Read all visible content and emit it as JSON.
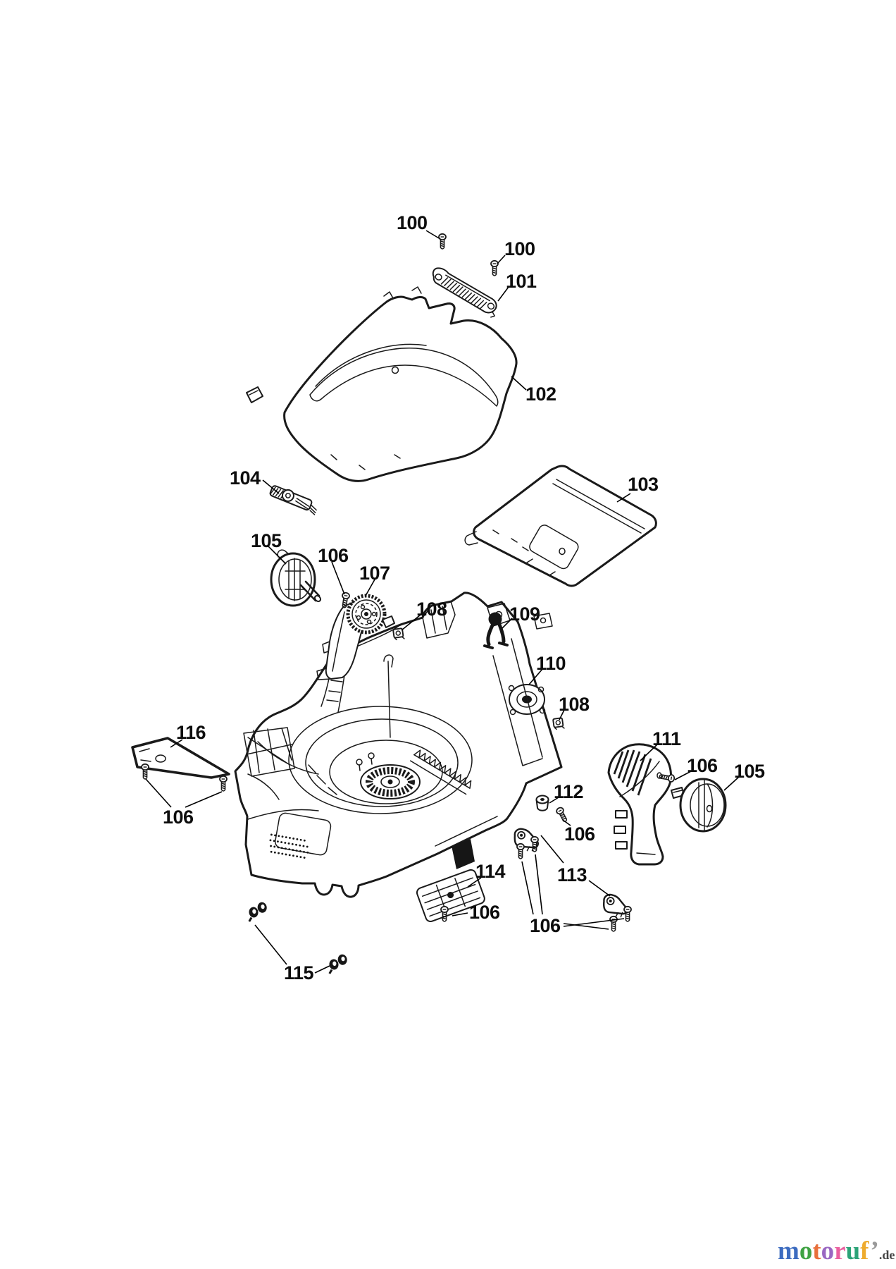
{
  "diagram": {
    "kind": "exploded parts diagram",
    "subject": "lawn mower housing, deck and fittings"
  },
  "labels": {
    "l100a": "100",
    "l100b": "100",
    "l101": "101",
    "l102": "102",
    "l103": "103",
    "l104": "104",
    "l105a": "105",
    "l105b": "105",
    "l106a": "106",
    "l106b": "106",
    "l106c": "106",
    "l106d": "106",
    "l106e": "106",
    "l106f": "106",
    "l107": "107",
    "l108a": "108",
    "l108b": "108",
    "l109": "109",
    "l110": "110",
    "l111": "111",
    "l112": "112",
    "l113": "113",
    "l114": "114",
    "l115": "115",
    "l116": "116"
  },
  "logo": {
    "letters": [
      {
        "ch": "m",
        "color": "#3d6cc0"
      },
      {
        "ch": "o",
        "color": "#3fa243"
      },
      {
        "ch": "t",
        "color": "#e8703c"
      },
      {
        "ch": "o",
        "color": "#9a67c2"
      },
      {
        "ch": "r",
        "color": "#ea5f9f"
      },
      {
        "ch": "u",
        "color": "#2ba377"
      },
      {
        "ch": "f",
        "color": "#eeab2e"
      },
      {
        "ch": "’",
        "color": "#9a9a9a"
      }
    ],
    "suffix": ".de",
    "suffix_color": "#444444"
  },
  "colors": {
    "line": "#1a1a1a",
    "background": "#ffffff"
  }
}
